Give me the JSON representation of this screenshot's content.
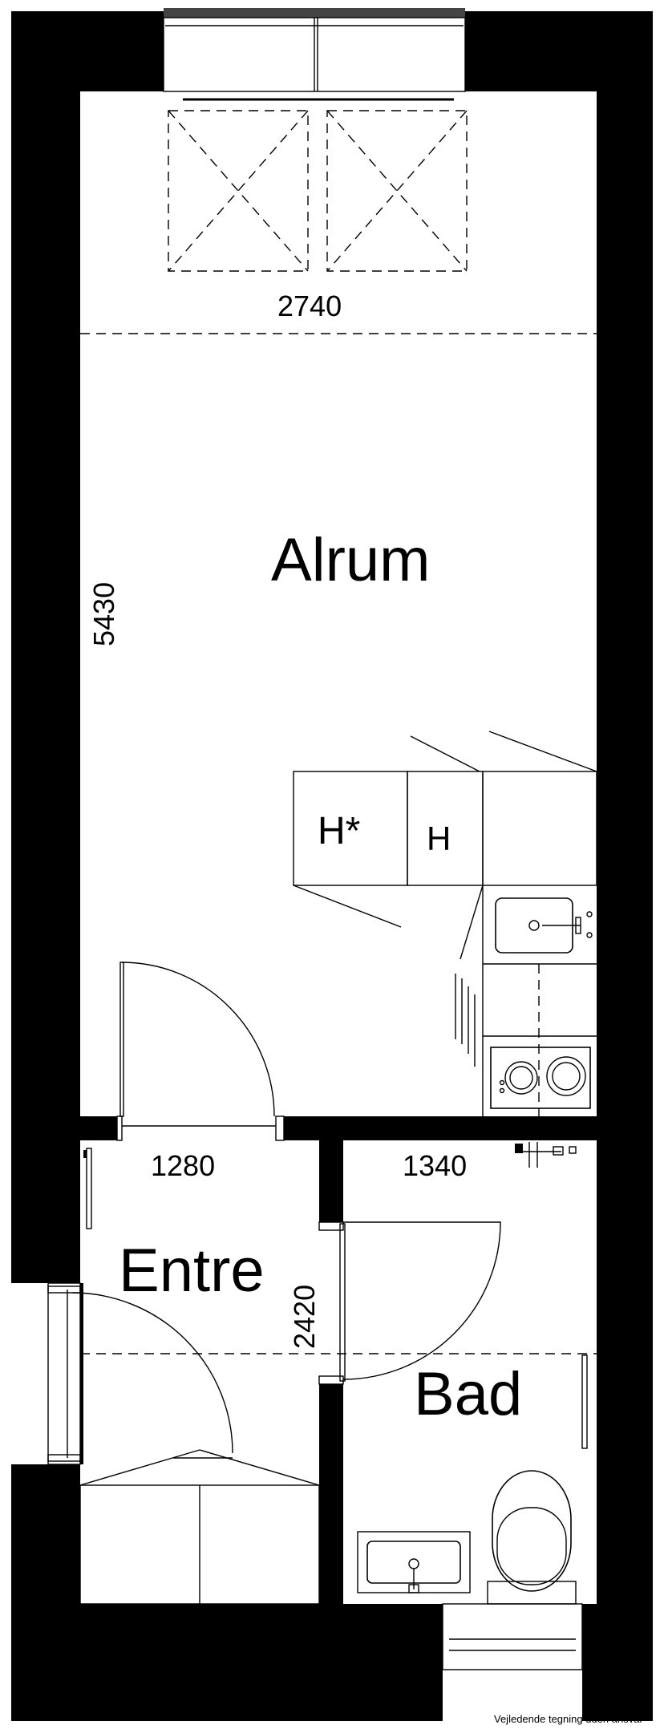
{
  "rooms": {
    "living": "Alrum",
    "entry": "Entre",
    "bath": "Bad"
  },
  "dimensions": {
    "living_width": "2740",
    "living_length": "5430",
    "entry_width": "1280",
    "bath_width": "1340",
    "entry_length": "2420"
  },
  "appliances": {
    "h_star": "H*",
    "h": "H"
  },
  "disclaimer": "Vejledende tegning uden ansvar"
}
